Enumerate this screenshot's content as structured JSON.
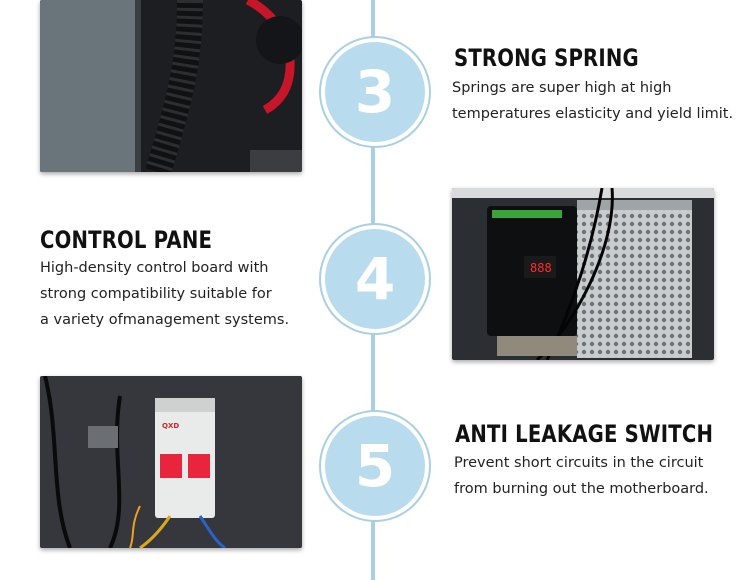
{
  "features": [
    {
      "number": "3",
      "title": "STRONG SPRING",
      "lines": [
        "Springs are super high at high",
        "temperatures elasticity and yield limit."
      ],
      "photo_icon": "spring-cable-photo-icon"
    },
    {
      "number": "4",
      "title": "CONTROL PANE",
      "lines": [
        "High-density control board with",
        "strong compatibility suitable for",
        "a variety ofmanagement systems."
      ],
      "photo_icon": "control-board-photo-icon"
    },
    {
      "number": "5",
      "title": "ANTI LEAKAGE SWITCH",
      "lines": [
        "Prevent short circuits in the circuit",
        "from burning out the motherboard."
      ],
      "photo_icon": "leakage-switch-photo-icon"
    }
  ],
  "breaker_label": "QXD",
  "colors": {
    "timeline": "#a9cfe3",
    "circle": "#b8dcee",
    "breaker_red": "#e8253d",
    "panel_dark": "#2a2c30"
  }
}
